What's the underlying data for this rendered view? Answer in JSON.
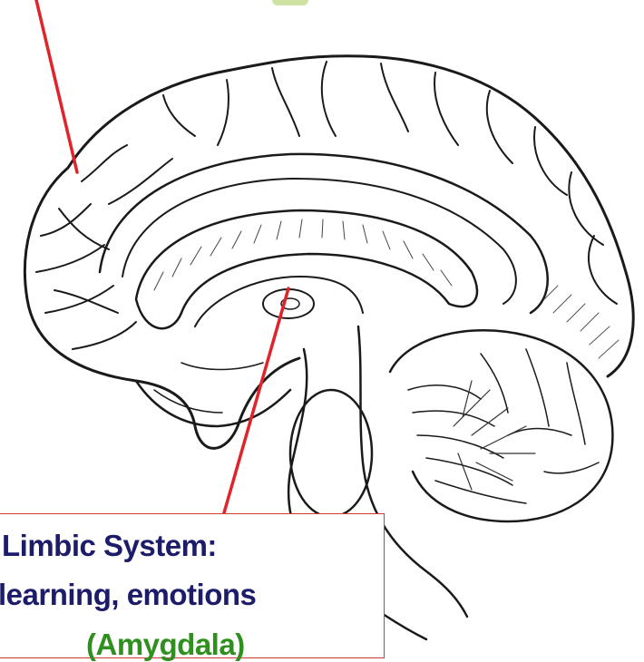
{
  "diagram": {
    "subject": "brain-sagittal-section",
    "label_box": {
      "title": "Limbic System:",
      "description": "learning, emotions",
      "sub_label": "(Amygdala)"
    },
    "colors": {
      "pointer_line": "#e0242b",
      "box_border": "#d23a3a",
      "title_text": "#1c1c6b",
      "sub_label_text": "#2f8f1f",
      "ink": "#1a1a1a"
    }
  }
}
